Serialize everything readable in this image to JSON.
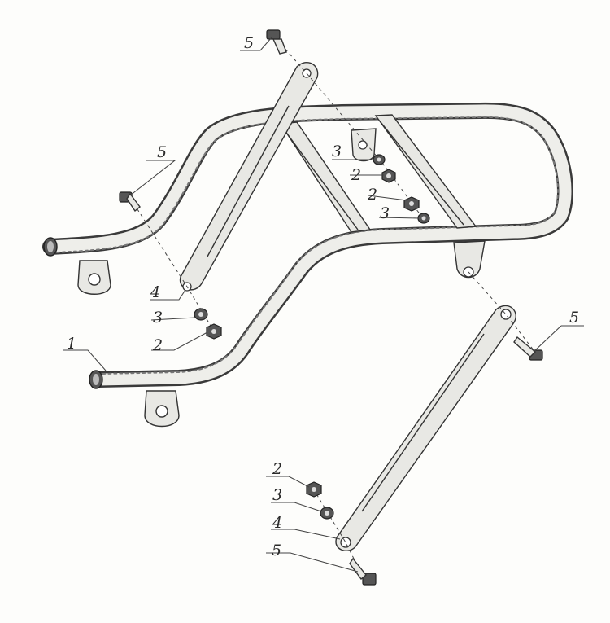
{
  "callouts": [
    {
      "id": "c1",
      "text": "1"
    },
    {
      "id": "c2a",
      "text": "2"
    },
    {
      "id": "c2b",
      "text": "2"
    },
    {
      "id": "c2c",
      "text": "2"
    },
    {
      "id": "c2d",
      "text": "2"
    },
    {
      "id": "c3a",
      "text": "3"
    },
    {
      "id": "c3b",
      "text": "3"
    },
    {
      "id": "c3c",
      "text": "3"
    },
    {
      "id": "c3d",
      "text": "3"
    },
    {
      "id": "c4a",
      "text": "4"
    },
    {
      "id": "c4b",
      "text": "4"
    },
    {
      "id": "c5a",
      "text": "5"
    },
    {
      "id": "c5b",
      "text": "5"
    },
    {
      "id": "c5c",
      "text": "5"
    },
    {
      "id": "c5d",
      "text": "5"
    }
  ]
}
